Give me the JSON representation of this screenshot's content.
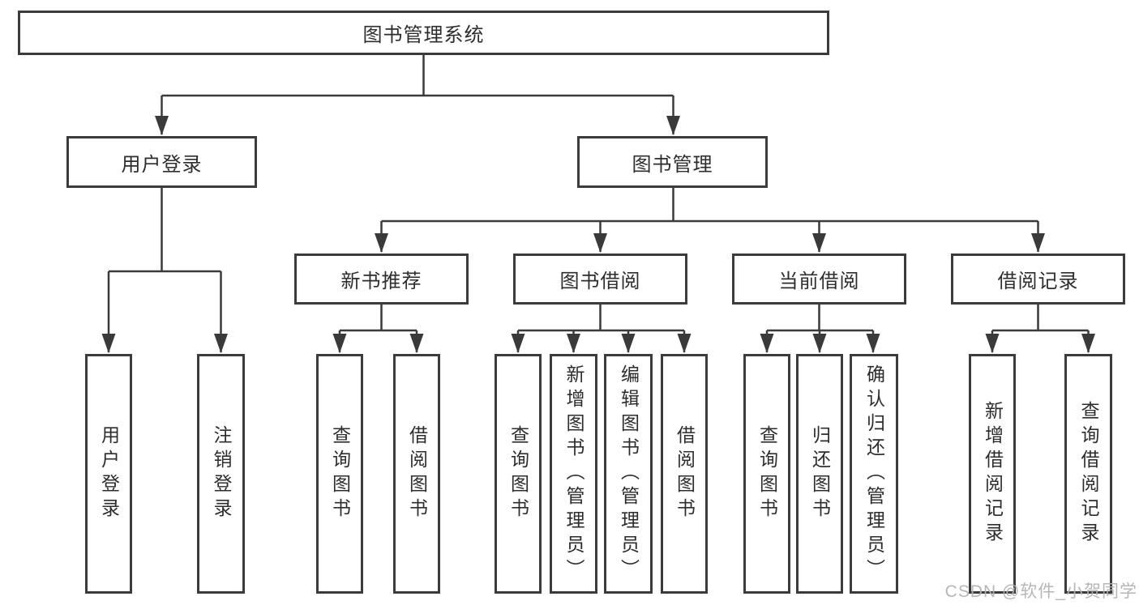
{
  "nodes": {
    "root": "图书管理系统",
    "l2": [
      "用户登录",
      "图书管理"
    ],
    "l3": [
      "新书推荐",
      "图书借阅",
      "当前借阅",
      "借阅记录"
    ],
    "leaves": [
      "用户登录",
      "注销登录",
      "查询图书",
      "借阅图书",
      "查询图书",
      "新增图书（管理员）",
      "编辑图书（管理员）",
      "借阅图书",
      "查询图书",
      "归还图书",
      "确认归还（管理员）",
      "新增借阅记录",
      "查询借阅记录"
    ]
  },
  "watermark": {
    "text": "CSDN @软件_小贺同学",
    "color": "#b3b3b3"
  },
  "colors": {
    "line": "#3a3a3a",
    "box_border": "#3b3b3b",
    "box_fill": "#ffffff",
    "text": "#2d2d2d"
  }
}
